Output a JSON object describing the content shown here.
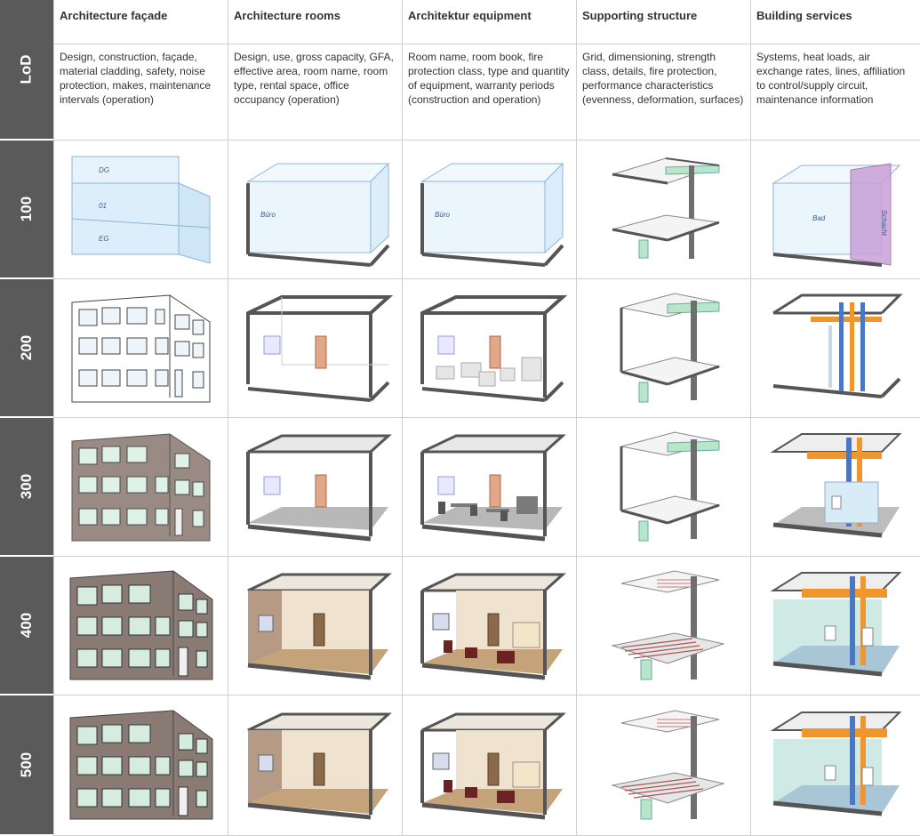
{
  "header": {
    "lod_label": "LoD",
    "columns": [
      {
        "title": "Architecture façade",
        "description": "Design, construction, façade, material cladding, safety, noise protection, makes, maintenance intervals (operation)"
      },
      {
        "title": "Architecture rooms",
        "description": "Design, use, gross capacity, GFA, effective area, room name, room type, rental space, office occupancy (operation)"
      },
      {
        "title": "Architektur equipment",
        "description": "Room name, room book, fire protection class, type and quantity of equipment, warranty periods (construction and operation)"
      },
      {
        "title": "Supporting structure",
        "description": "Grid, dimensioning, strength class, details, fire protection, performance characteristics (evenness, deformation, surfaces)"
      },
      {
        "title": "Building services",
        "description": "Systems, heat loads, air exchange rates, lines, affiliation to control/supply circuit, maintenance information"
      }
    ]
  },
  "rows": [
    {
      "lod": "100"
    },
    {
      "lod": "200"
    },
    {
      "lod": "300"
    },
    {
      "lod": "400"
    },
    {
      "lod": "500"
    }
  ],
  "image_labels": {
    "floor_dg": "DG",
    "floor_01": "01",
    "floor_eg": "EG",
    "room_buro": "Büro",
    "room_bad": "Bad",
    "shaft": "Schacht"
  },
  "colors": {
    "lod_column": "#5a5a5a",
    "volume_fill": "#dbeefa",
    "volume_line": "#8fb4d8",
    "slab": "#6f6f6f",
    "beam": "#b9e6c8",
    "shaft_fill": "#c8a0d8",
    "wall_warm": "#b59a86",
    "floor_wood": "#c4a37a",
    "duct": "#f0962c",
    "pipe_blue": "#4a78c0"
  }
}
